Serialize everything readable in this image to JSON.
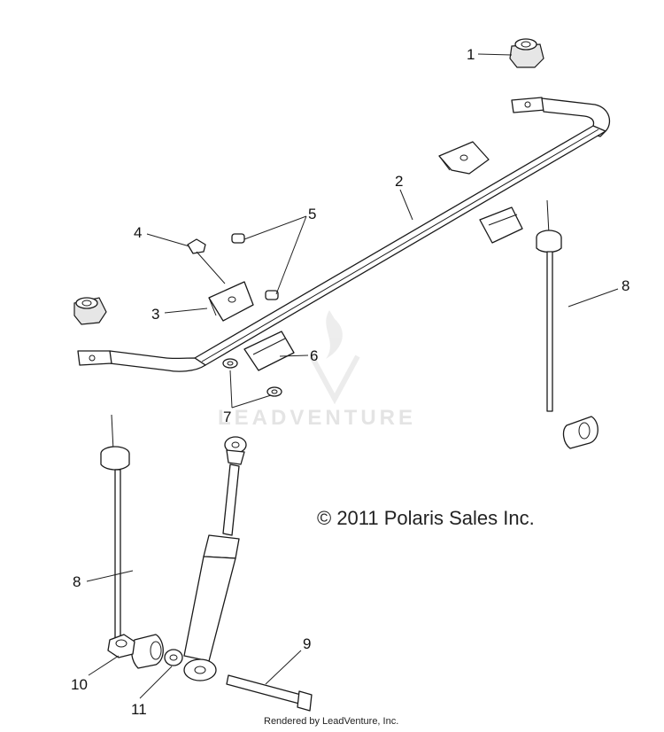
{
  "diagram": {
    "callouts": [
      {
        "id": "c1",
        "label": "1"
      },
      {
        "id": "c2",
        "label": "2"
      },
      {
        "id": "c3",
        "label": "3"
      },
      {
        "id": "c4",
        "label": "4"
      },
      {
        "id": "c5",
        "label": "5"
      },
      {
        "id": "c6",
        "label": "6"
      },
      {
        "id": "c7",
        "label": "7"
      },
      {
        "id": "c8a",
        "label": "8"
      },
      {
        "id": "c8b",
        "label": "8"
      },
      {
        "id": "c9",
        "label": "9"
      },
      {
        "id": "c10",
        "label": "10"
      },
      {
        "id": "c11",
        "label": "11"
      }
    ],
    "copyright": "© 2011 Polaris Sales Inc.",
    "watermark": "LEADVENTURE",
    "rendered_by": "Rendered by LeadVenture, Inc."
  }
}
